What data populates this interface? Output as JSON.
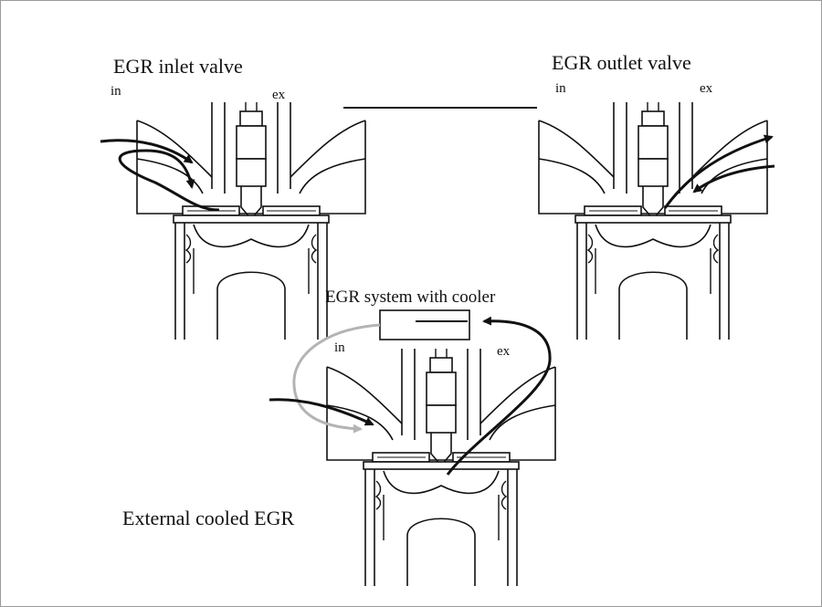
{
  "labels": {
    "inlet_title": "EGR inlet valve",
    "outlet_title": "EGR outlet valve",
    "external_title": "External cooled EGR",
    "cooler": "EGR system with cooler",
    "in": "in",
    "ex": "ex"
  },
  "panels": [
    {
      "name": "egr-inlet-valve-engine"
    },
    {
      "name": "egr-outlet-valve-engine"
    },
    {
      "name": "external-cooled-egr-engine"
    }
  ],
  "colors": {
    "ink": "#111111",
    "recirculated_flow": "#b4b4b4",
    "border": "#9a9a9a"
  }
}
